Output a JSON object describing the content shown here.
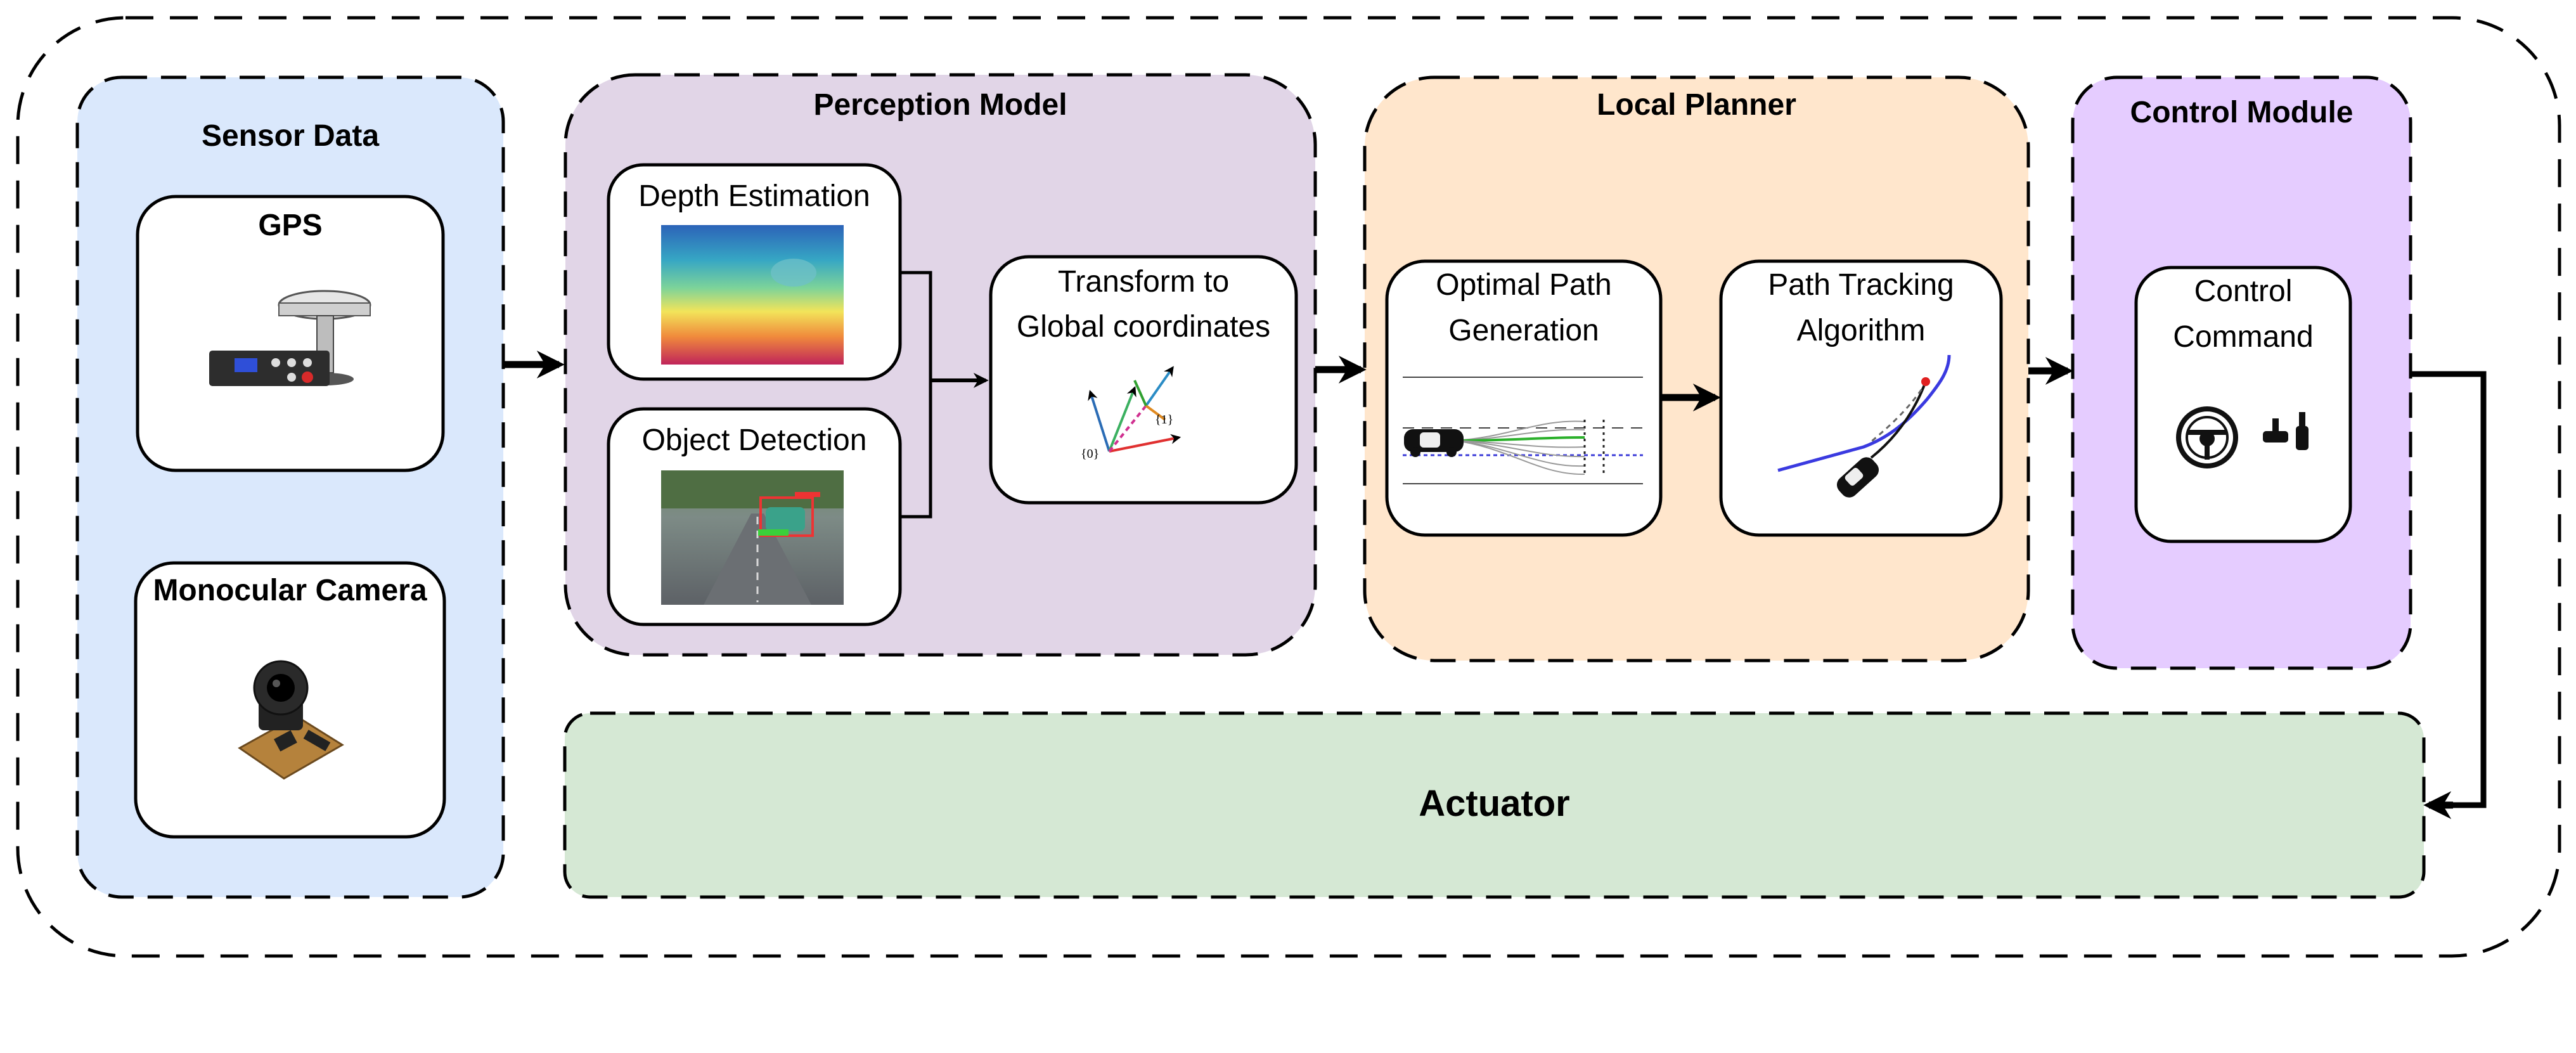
{
  "colors": {
    "sensor_bg": "#dae8fc",
    "perception_bg": "#e1d5e7",
    "planner_bg": "#ffe6cc",
    "control_bg": "#e5ccff",
    "actuator_bg": "#d5e8d4",
    "stroke": "#000000"
  },
  "sensor_data": {
    "title": "Sensor Data",
    "gps": {
      "label": "GPS",
      "icon": "gps-receiver-icon"
    },
    "camera": {
      "label": "Monocular Camera",
      "icon": "camera-module-icon"
    }
  },
  "perception_model": {
    "title": "Perception Model",
    "depth": {
      "label": "Depth Estimation",
      "icon": "depth-map-image"
    },
    "detection": {
      "label": "Object Detection",
      "icon": "road-detection-image"
    },
    "transform": {
      "label_line1": "Transform to",
      "label_line2": "Global coordinates",
      "icon": "coordinate-frames-icon",
      "frame_label": "{0}",
      "frame_label2": "{1}"
    }
  },
  "local_planner": {
    "title": "Local Planner",
    "optimal": {
      "label_line1": "Optimal Path",
      "label_line2": "Generation",
      "icon": "path-candidates-icon"
    },
    "tracking": {
      "label_line1": "Path Tracking",
      "label_line2": "Algorithm",
      "icon": "path-tracking-icon"
    }
  },
  "control_module": {
    "title": "Control Module",
    "command": {
      "label_line1": "Control",
      "label_line2": "Command",
      "icon": "steering-wheel-icon",
      "icon2": "pedals-icon"
    }
  },
  "actuator": {
    "label": "Actuator"
  }
}
